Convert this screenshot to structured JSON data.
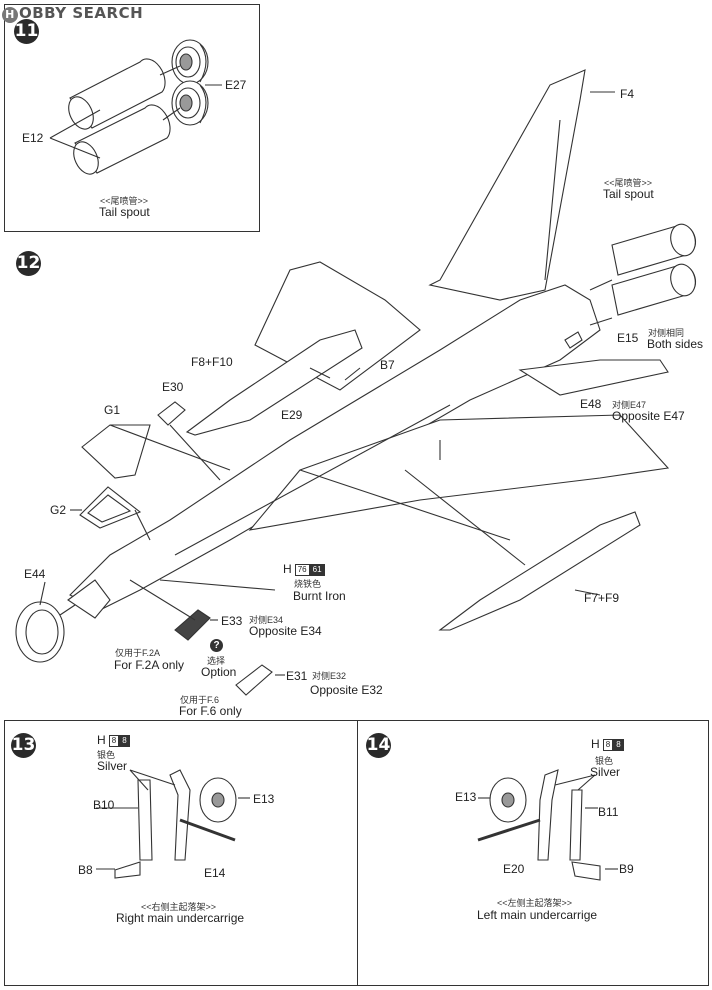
{
  "logo": {
    "mark": "H",
    "text": "OBBY SEARCH"
  },
  "step11": {
    "number": "11",
    "labels": {
      "e27": "E27",
      "e12": "E12"
    },
    "caption_cn": "<<尾喷管>>",
    "caption_en": "Tail spout"
  },
  "step12": {
    "number": "12",
    "labels": {
      "f4": "F4",
      "f8f10": "F8+F10",
      "e30": "E30",
      "b7": "B7",
      "g1": "G1",
      "e29": "E29",
      "g2": "G2",
      "e44": "E44",
      "e15": "E15",
      "e48": "E48",
      "f7f9": "F7+F9",
      "e33": "E33",
      "e31": "E31"
    },
    "tail_cn": "<<尾喷管>>",
    "tail_en": "Tail spout",
    "both_cn": "对侧相同",
    "both_en": "Both sides",
    "opp47_cn": "对侧E47",
    "opp47_en": "Opposite E47",
    "paint": {
      "code": "H",
      "num1": "76",
      "num2": "61",
      "cn": "烧铁色",
      "en": "Burnt Iron"
    },
    "opp34_cn": "对侧E34",
    "opp34_en": "Opposite E34",
    "f2a_cn": "仅用于F.2A",
    "f2a_en": "For F.2A only",
    "option_mark": "?",
    "option_cn": "选择",
    "option_en": "Option",
    "opp32_cn": "对侧E32",
    "opp32_en": "Opposite E32",
    "f6_cn": "仅用于F.6",
    "f6_en": "For F.6 only"
  },
  "step13": {
    "number": "13",
    "paint": {
      "code": "H",
      "num1": "8",
      "num2": "8",
      "cn": "银色",
      "en": "Silver"
    },
    "labels": {
      "b10": "B10",
      "e13": "E13",
      "b8": "B8",
      "e14": "E14"
    },
    "caption_cn": "<<右侧主起落架>>",
    "caption_en": "Right main undercarrige"
  },
  "step14": {
    "number": "14",
    "paint": {
      "code": "H",
      "num1": "8",
      "num2": "8",
      "cn": "银色",
      "en": "Silver"
    },
    "labels": {
      "e13": "E13",
      "b11": "B11",
      "e20": "E20",
      "b9": "B9"
    },
    "caption_cn": "<<左侧主起落架>>",
    "caption_en": "Left main undercarrige"
  }
}
